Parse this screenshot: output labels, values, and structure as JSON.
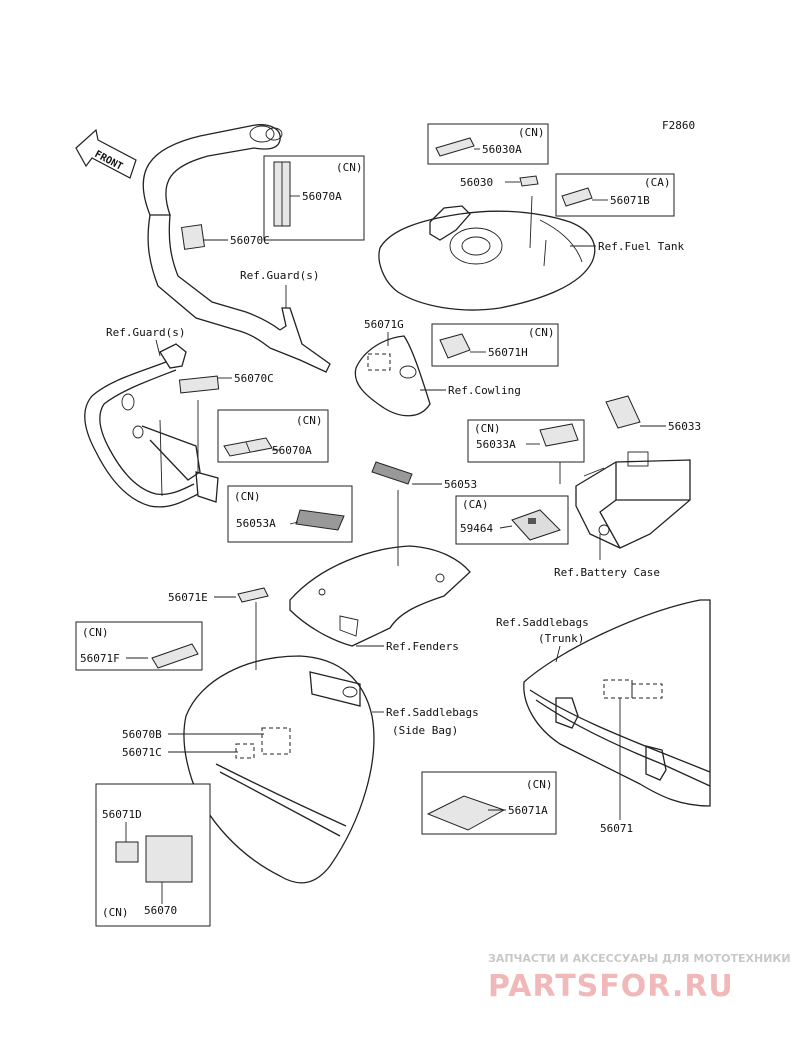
{
  "diagram": {
    "code": "F2860",
    "front_arrow": "FRONT"
  },
  "labels": {
    "p56070A_cn_tag": "(CN)",
    "p56070A": "56070A",
    "p56070C_a": "56070C",
    "ref_guard_right": "Ref.Guard(s)",
    "ref_guard_left": "Ref.Guard(s)",
    "p56070C_b": "56070C",
    "p56070A_b_cn_tag": "(CN)",
    "p56070A_b": "56070A",
    "p56053A_cn_tag": "(CN)",
    "p56053A": "56053A",
    "p56053": "56053",
    "p56030A_cn_tag": "(CN)",
    "p56030A": "56030A",
    "p56030": "56030",
    "p56071B_ca_tag": "(CA)",
    "p56071B": "56071B",
    "ref_fuel_tank": "Ref.Fuel Tank",
    "p56071G": "56071G",
    "p56071H_cn_tag": "(CN)",
    "p56071H": "56071H",
    "ref_cowling": "Ref.Cowling",
    "p56033": "56033",
    "p56033A_cn_tag": "(CN)",
    "p56033A": "56033A",
    "p59464_ca_tag": "(CA)",
    "p59464": "59464",
    "ref_battery_case": "Ref.Battery Case",
    "p56071E": "56071E",
    "p56071F_cn_tag": "(CN)",
    "p56071F": "56071F",
    "ref_fenders": "Ref.Fenders",
    "ref_saddlebags_trunk_1": "Ref.Saddlebags",
    "ref_saddlebags_trunk_2": "(Trunk)",
    "ref_saddlebags_side_1": "Ref.Saddlebags",
    "ref_saddlebags_side_2": "(Side Bag)",
    "p56070B": "56070B",
    "p56071C": "56071C",
    "p56071A_cn_tag": "(CN)",
    "p56071A": "56071A",
    "p56071": "56071",
    "p56071D": "56071D",
    "p56070_cn_tag": "(CN)",
    "p56070": "56070"
  },
  "watermark": {
    "line1": "ЗАПЧАСТИ И АКСЕССУАРЫ ДЛЯ МОТОТЕХНИКИ",
    "line2": "PARTSFOR.RU"
  }
}
